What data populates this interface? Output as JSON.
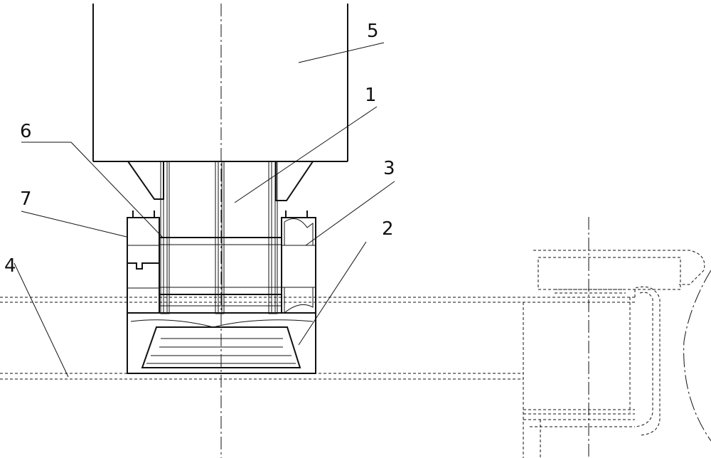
{
  "callouts": [
    {
      "id": "5",
      "text": "5"
    },
    {
      "id": "1",
      "text": "1"
    },
    {
      "id": "3",
      "text": "3"
    },
    {
      "id": "6",
      "text": "6"
    },
    {
      "id": "7",
      "text": "7"
    },
    {
      "id": "2",
      "text": "2"
    },
    {
      "id": "4",
      "text": "4"
    }
  ],
  "colors": {
    "line": "#111111",
    "background": "#ffffff"
  }
}
